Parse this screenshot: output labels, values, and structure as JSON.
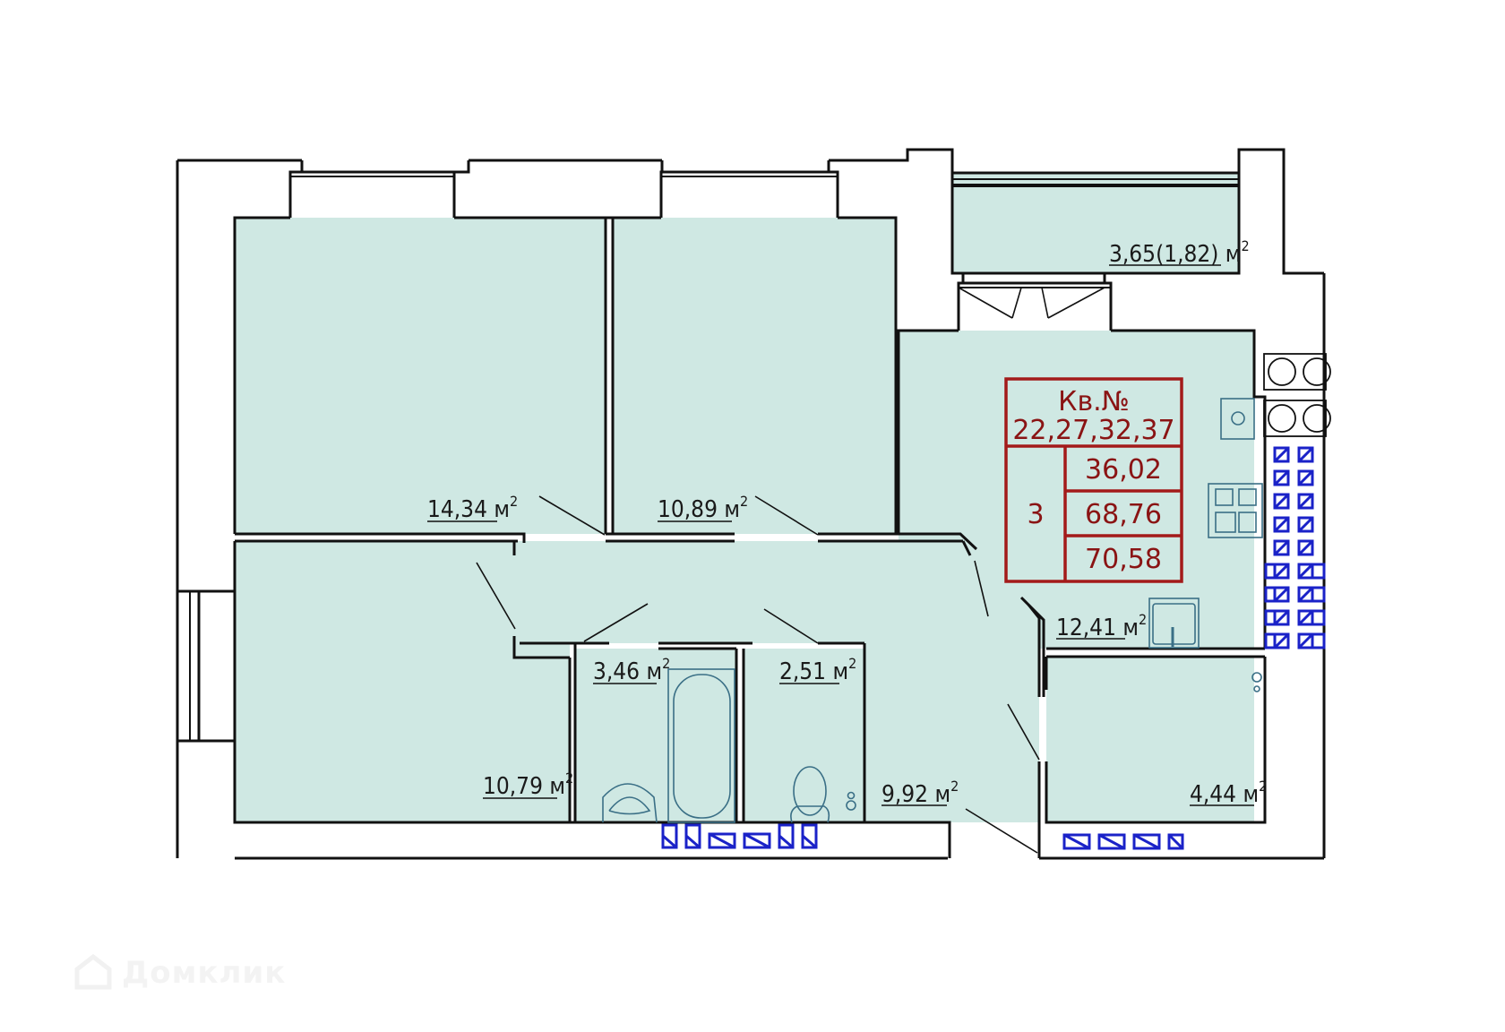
{
  "plan": {
    "colors": {
      "room_fill": "#cfe8e3",
      "wall": "#111111",
      "table_border": "#a31a1a",
      "table_text": "#8a1414",
      "ventilation": "#1a22c8",
      "fixture": "#3a6f86"
    },
    "rooms": [
      {
        "id": "room-1",
        "label": "14,34 м",
        "sup": "2"
      },
      {
        "id": "room-2",
        "label": "10,89 м",
        "sup": "2"
      },
      {
        "id": "room-3",
        "label": "10,79 м",
        "sup": "2"
      },
      {
        "id": "bathroom",
        "label": "3,46 м",
        "sup": "2"
      },
      {
        "id": "wc",
        "label": "2,51 м",
        "sup": "2"
      },
      {
        "id": "hall",
        "label": "9,92 м",
        "sup": "2"
      },
      {
        "id": "kitchen",
        "label": "12,41 м",
        "sup": "2"
      },
      {
        "id": "storage",
        "label": "4,44 м",
        "sup": "2"
      },
      {
        "id": "balcony",
        "label": "3,65(1,82) м",
        "sup": "2"
      }
    ],
    "info_table": {
      "title_line1": "Кв.№",
      "title_line2": "22,27,32,37",
      "rooms_count": "3",
      "living_area": "36,02",
      "total_area": "68,76",
      "total_area_with_balcony": "70,58"
    }
  },
  "watermark": {
    "text": "Домклик",
    "icon": "house-logo-icon"
  }
}
